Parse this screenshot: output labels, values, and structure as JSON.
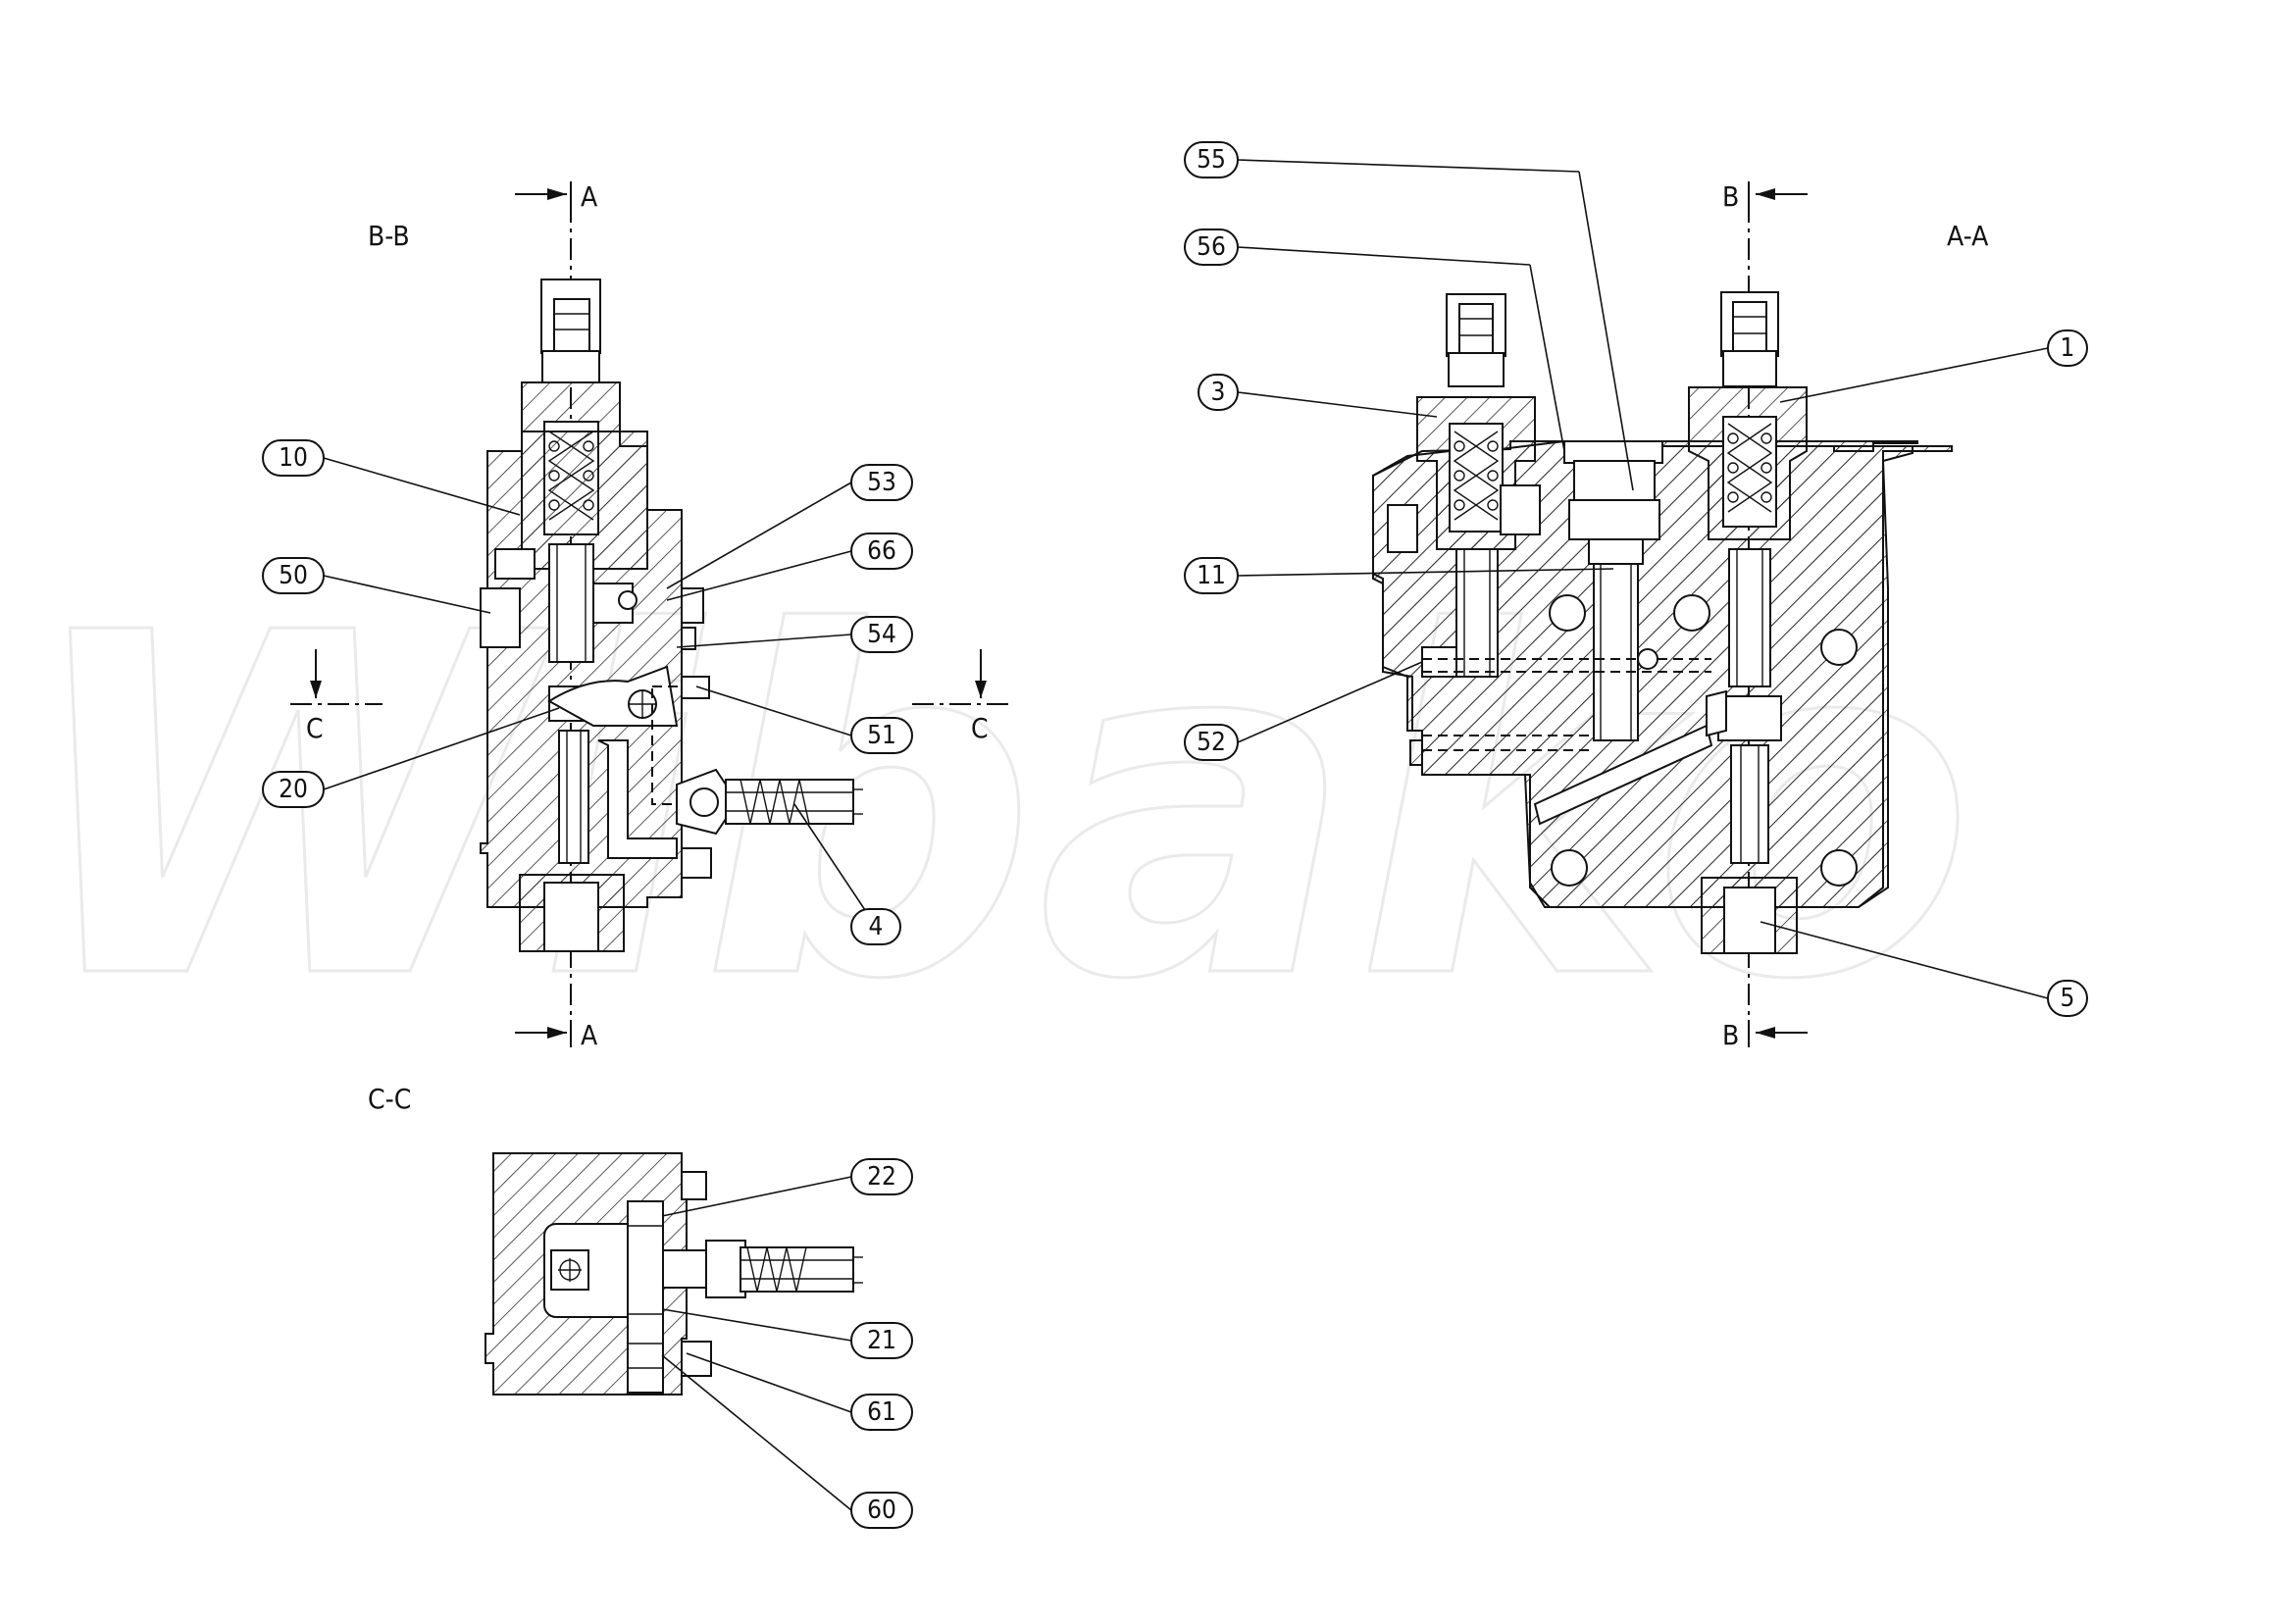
{
  "watermark": "Wibako",
  "section_labels": {
    "bb": "B-B",
    "aa": "A-A",
    "cc": "C-C"
  },
  "cut_letters": {
    "a": "A",
    "b": "B",
    "c": "C"
  },
  "balloons": {
    "b10": "10",
    "b50": "50",
    "b20": "20",
    "b53": "53",
    "b66": "66",
    "b54": "54",
    "b51": "51",
    "b4": "4",
    "b55": "55",
    "b56": "56",
    "b3": "3",
    "b11": "11",
    "b52": "52",
    "b1": "1",
    "b5": "5",
    "b22": "22",
    "b21": "21",
    "b61": "61",
    "b60": "60"
  }
}
